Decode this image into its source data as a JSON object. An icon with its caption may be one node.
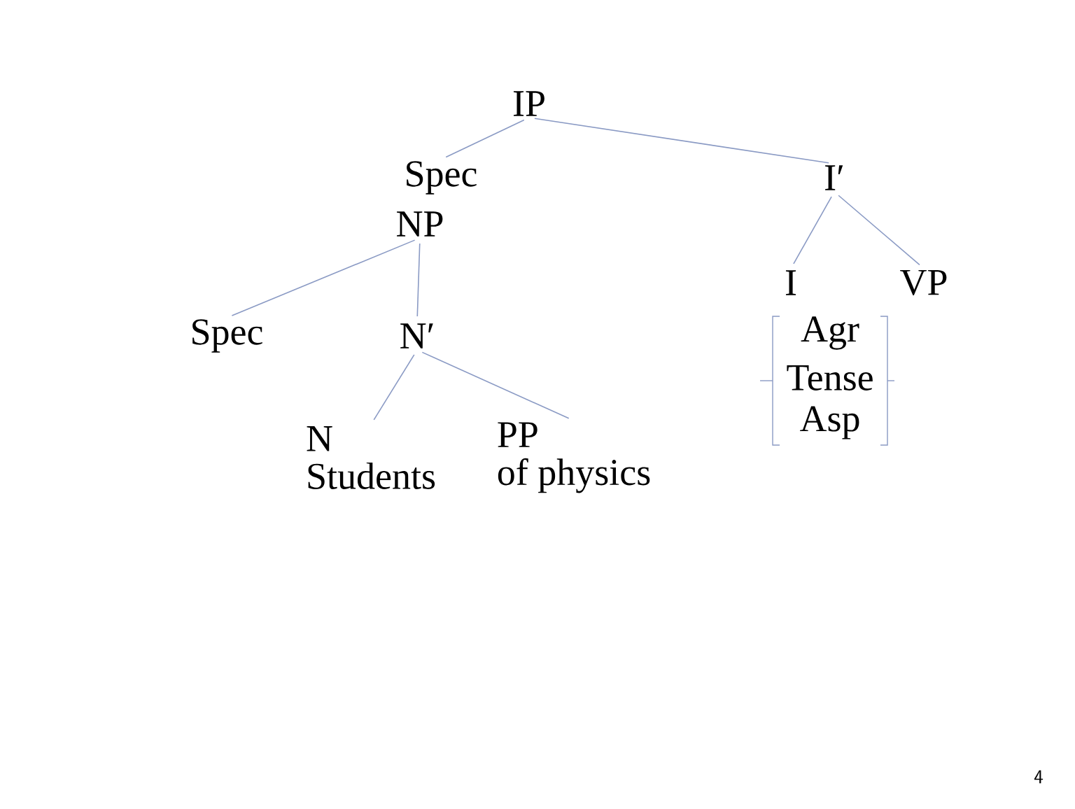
{
  "diagram": {
    "nodes": [
      {
        "text": [
          "IP"
        ]
      },
      {
        "text": [
          "Spec"
        ]
      },
      {
        "text": [
          "NP"
        ]
      },
      {
        "text": [
          "I′"
        ]
      },
      {
        "text": [
          "Spec"
        ]
      },
      {
        "text": [
          "N′"
        ]
      },
      {
        "text": [
          "I"
        ]
      },
      {
        "text": [
          "VP"
        ]
      },
      {
        "text": [
          "N",
          "Students"
        ]
      },
      {
        "text": [
          "PP",
          "of physics"
        ]
      }
    ],
    "edges": [
      {
        "from": 0,
        "to": 1,
        "arrow": "none"
      },
      {
        "from": 0,
        "to": 3,
        "arrow": "none"
      },
      {
        "from": 2,
        "to": 4,
        "arrow": "none"
      },
      {
        "from": 2,
        "to": 5,
        "arrow": "none"
      },
      {
        "from": 3,
        "to": 6,
        "arrow": "none"
      },
      {
        "from": 3,
        "to": 7,
        "arrow": "none"
      },
      {
        "from": 5,
        "to": 8,
        "arrow": "none"
      },
      {
        "from": 5,
        "to": 9,
        "arrow": "none"
      }
    ],
    "labels": [
      "Agr",
      "Tense",
      "Asp",
      "4"
    ]
  }
}
